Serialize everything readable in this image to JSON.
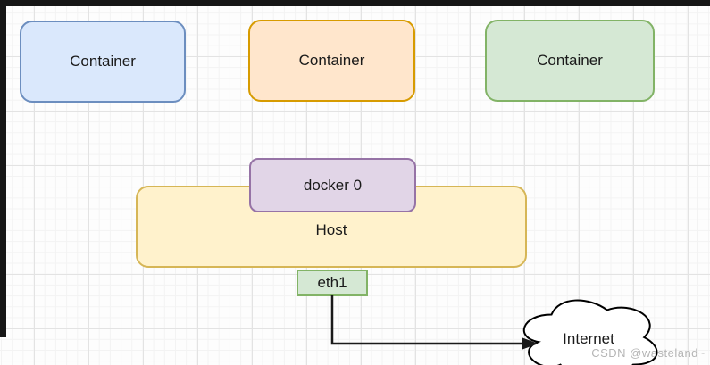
{
  "diagram": {
    "title_hint": "docker bridge network diagram",
    "containers": [
      {
        "label": "Container",
        "fill": "#dae8fc",
        "stroke": "#6c8ebf"
      },
      {
        "label": "Container",
        "fill": "#ffe6cc",
        "stroke": "#d79b00"
      },
      {
        "label": "Container",
        "fill": "#d5e8d4",
        "stroke": "#82b366"
      }
    ],
    "docker_bridge": {
      "label": "docker 0",
      "fill": "#e1d5e7",
      "stroke": "#9673a6"
    },
    "host": {
      "label": "Host",
      "fill": "#fff2cc",
      "stroke": "#d6b656"
    },
    "interface": {
      "label": "eth1",
      "fill": "#d5e8d4",
      "stroke": "#82b366"
    },
    "cloud": {
      "label": "Internet",
      "fill": "#ffffff",
      "stroke": "#000000"
    },
    "edges": [
      {
        "from": "eth1",
        "to": "Internet",
        "style": "elbow-arrow",
        "color": "#1a1a1a"
      }
    ],
    "grid": {
      "minor_color": "#f3f3f3",
      "major_color": "#e3e3e3"
    }
  },
  "watermark": "CSDN @wasteland~"
}
